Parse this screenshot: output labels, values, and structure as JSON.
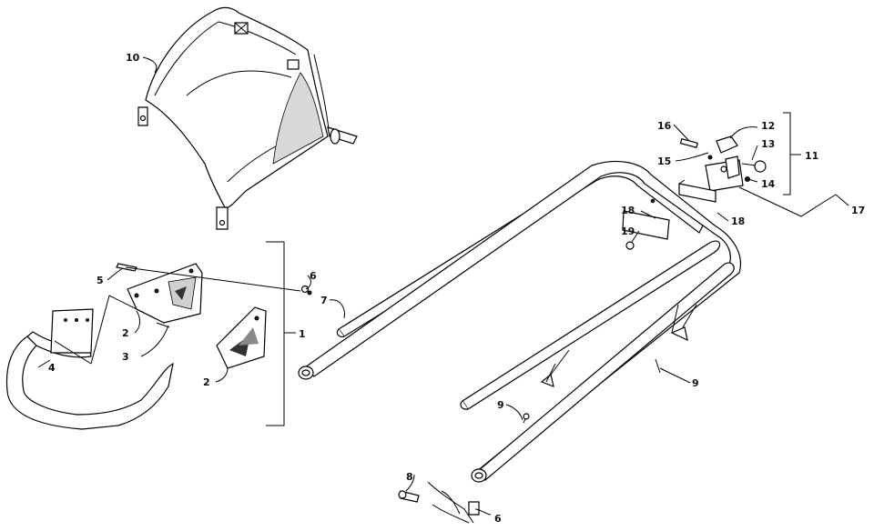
{
  "diagram": {
    "callouts": [
      {
        "id": "c10",
        "text": "10"
      },
      {
        "id": "c16",
        "text": "16"
      },
      {
        "id": "c12",
        "text": "12"
      },
      {
        "id": "c13",
        "text": "13"
      },
      {
        "id": "c11",
        "text": "11"
      },
      {
        "id": "c15",
        "text": "15"
      },
      {
        "id": "c14",
        "text": "14"
      },
      {
        "id": "c17",
        "text": "17"
      },
      {
        "id": "c18a",
        "text": "18"
      },
      {
        "id": "c18b",
        "text": "18"
      },
      {
        "id": "c19",
        "text": "19"
      },
      {
        "id": "c5",
        "text": "5"
      },
      {
        "id": "c6a",
        "text": "6"
      },
      {
        "id": "c7",
        "text": "7"
      },
      {
        "id": "c2a",
        "text": "2"
      },
      {
        "id": "c3",
        "text": "3"
      },
      {
        "id": "c1",
        "text": "1"
      },
      {
        "id": "c4",
        "text": "4"
      },
      {
        "id": "c2b",
        "text": "2"
      },
      {
        "id": "c9a",
        "text": "9"
      },
      {
        "id": "c9b",
        "text": "9"
      },
      {
        "id": "c8",
        "text": "8"
      },
      {
        "id": "c6b",
        "text": "6"
      }
    ]
  }
}
